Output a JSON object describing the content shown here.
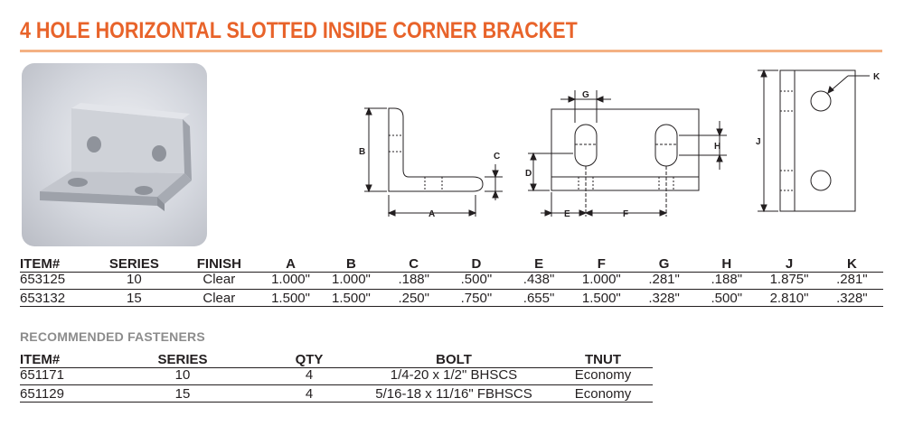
{
  "title": "4 HOLE HORIZONTAL SLOTTED INSIDE CORNER BRACKET",
  "colors": {
    "accent": "#e8632a",
    "rule": "#f4b183",
    "subhead": "#8c8c8c"
  },
  "drawing_labels": {
    "a": "A",
    "b": "B",
    "c": "C",
    "d": "D",
    "e": "E",
    "f": "F",
    "g": "G",
    "h": "H",
    "j": "J",
    "k": "K"
  },
  "spec_table": {
    "headers": [
      "ITEM#",
      "SERIES",
      "FINISH",
      "A",
      "B",
      "C",
      "D",
      "E",
      "F",
      "G",
      "H",
      "J",
      "K"
    ],
    "rows": [
      [
        "653125",
        "10",
        "Clear",
        "1.000\"",
        "1.000\"",
        ".188\"",
        ".500\"",
        ".438\"",
        "1.000\"",
        ".281\"",
        ".188\"",
        "1.875\"",
        ".281\""
      ],
      [
        "653132",
        "15",
        "Clear",
        "1.500\"",
        "1.500\"",
        ".250\"",
        ".750\"",
        ".655\"",
        "1.500\"",
        ".328\"",
        ".500\"",
        "2.810\"",
        ".328\""
      ]
    ]
  },
  "fasteners": {
    "heading": "RECOMMENDED FASTENERS",
    "headers": [
      "ITEM#",
      "SERIES",
      "QTY",
      "BOLT",
      "TNUT"
    ],
    "rows": [
      [
        "651171",
        "10",
        "4",
        "1/4-20 x 1/2\" BHSCS",
        "Economy"
      ],
      [
        "651129",
        "15",
        "4",
        "5/16-18 x 11/16\" FBHSCS",
        "Economy"
      ]
    ]
  }
}
